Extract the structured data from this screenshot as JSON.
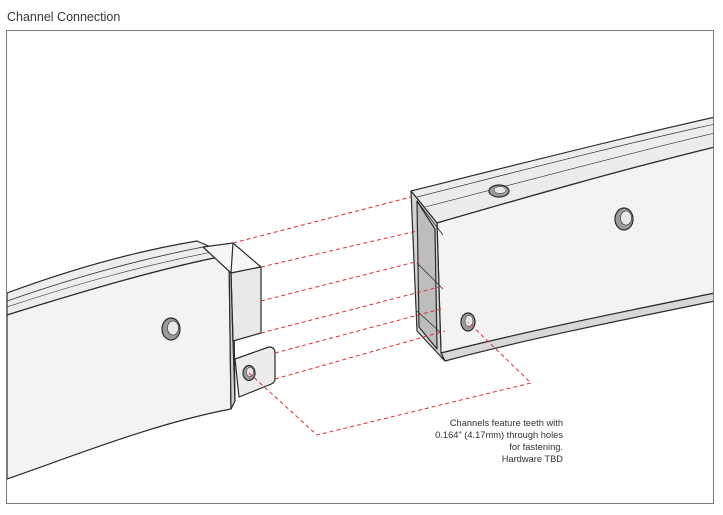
{
  "title": "Channel Connection",
  "note": {
    "lines": [
      "Channels feature teeth with",
      "0.164\" (4.17mm) through holes",
      "for fastening.",
      "Hardware TBD"
    ]
  },
  "colors": {
    "line": "#2b2b2b",
    "face_light": "#f2f2f2",
    "face_mid": "#e0e0e0",
    "face_dark": "#c9c9c9",
    "dashed": "#e03030"
  }
}
